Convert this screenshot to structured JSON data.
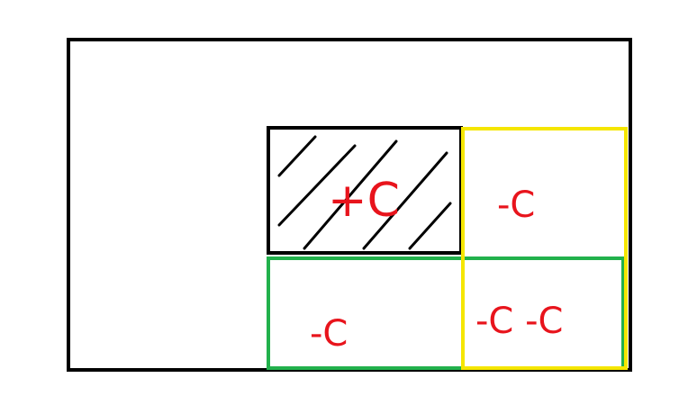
{
  "diagram": {
    "colors": {
      "outer_border": "#000000",
      "hatched_border": "#000000",
      "hatch_lines": "#000000",
      "yellow_region": "#f5e600",
      "green_region": "#22b14c",
      "label_text": "#e8141c",
      "background": "#ffffff"
    },
    "labels": {
      "hatched": "+C",
      "yellow_upper": "-C",
      "green": "-C",
      "overlap": "-C -C"
    },
    "regions": {
      "hatched": {
        "pattern": "diagonal-hatch"
      }
    }
  }
}
